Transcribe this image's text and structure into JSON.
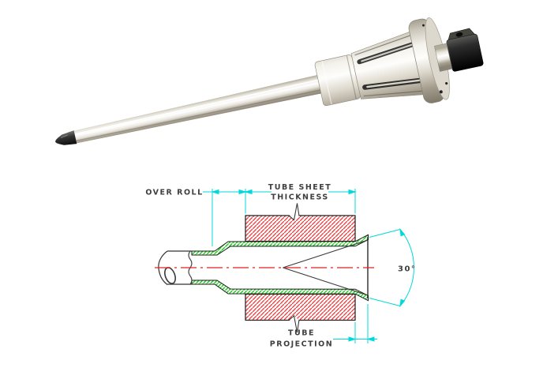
{
  "image_type": "product-photo-with-technical-diagram",
  "photo": {
    "subject": "tube-expander-tool",
    "parts": [
      "tapered-mandrel-tip",
      "mandrel-shaft",
      "thrust-collar",
      "roller-cage",
      "flange",
      "square-drive-shank"
    ]
  },
  "diagram": {
    "subject": "tube-to-tubesheet-rolling-expansion-section",
    "labels": {
      "over_roll": "OVER ROLL",
      "tube_sheet_line1": "TUBE SHEET",
      "tube_sheet_line2": "THICKNESS",
      "tube_projection_line1": "TUBE",
      "tube_projection_line2": "PROJECTION",
      "flare_angle": "30°"
    },
    "colors": {
      "dimension_lines": "#00d9d9",
      "tube_sheet_hatch": "#f03535",
      "tube_wall_hatch": "#1dc81d",
      "centerline": "#e02020",
      "outline": "#1a1a1a",
      "label_text": "#3f3f3f"
    }
  }
}
